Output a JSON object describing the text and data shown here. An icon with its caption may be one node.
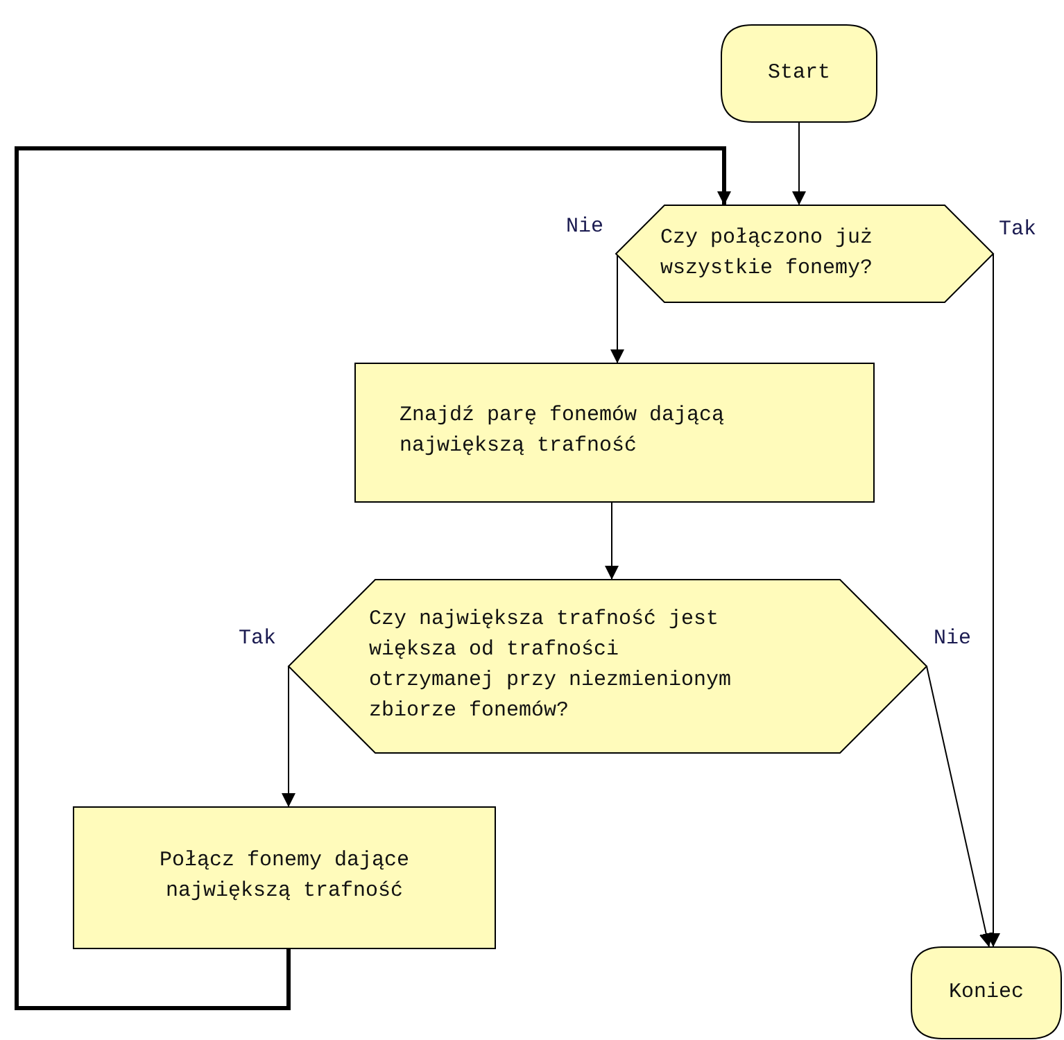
{
  "diagram": {
    "nodes": [
      {
        "text": [
          "Start"
        ]
      },
      {
        "text": [
          "Czy połączono już wszystkie fonemy?"
        ]
      },
      {
        "text": [
          "Znajdź parę fonemów dającą największą trafność"
        ]
      },
      {
        "text": [
          "Czy największa trafność jest większa od trafności otrzymanej przy niezmienionym zbiorze fonemów?"
        ]
      },
      {
        "text": [
          "Połącz fonemy dające największą trafność"
        ]
      },
      {
        "text": [
          "Koniec"
        ]
      }
    ],
    "edges": [
      {
        "from": 0,
        "to": 1,
        "arrow": "to"
      },
      {
        "from": 1,
        "to": 2,
        "arrow": "to",
        "label": "Nie"
      },
      {
        "from": 1,
        "to": 5,
        "arrow": "to",
        "label": "Tak"
      },
      {
        "from": 2,
        "to": 3,
        "arrow": "to"
      },
      {
        "from": 3,
        "to": 4,
        "arrow": "to",
        "label": "Tak"
      },
      {
        "from": 3,
        "to": 5,
        "arrow": "to",
        "label": "Nie"
      },
      {
        "from": 4,
        "to": 1,
        "arrow": "to",
        "style": "thick"
      }
    ]
  }
}
